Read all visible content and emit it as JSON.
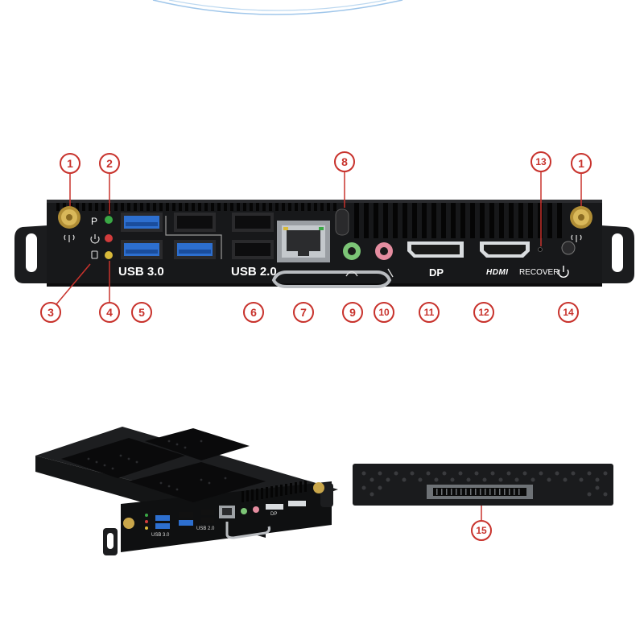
{
  "callouts": [
    "1",
    "2",
    "3",
    "4",
    "5",
    "6",
    "7",
    "8",
    "9",
    "10",
    "11",
    "12",
    "13",
    "1",
    "14",
    "15"
  ],
  "port_labels": {
    "usb30": "USB 3.0",
    "usb20": "USB 2.0",
    "dp": "DP",
    "hdmi": "HDMI",
    "recover": "RECOVER",
    "p": "P"
  },
  "iso_labels": {
    "usb30": "USB 3.0",
    "usb20": "USB 2.0",
    "dp": "DP"
  },
  "colors": {
    "callout": "#c8322c",
    "chassis": "#17181a",
    "usb3_blue": "#2d6fcf",
    "audio_green": "#7cc576",
    "audio_pink": "#e58da0",
    "antenna_gold": "#c9a64a",
    "led_green": "#3aa845",
    "led_red": "#d23c3c",
    "led_yellow": "#d8b93a"
  },
  "icons": [
    "antenna-icon",
    "power-icon",
    "hdd-icon",
    "network-icon",
    "headphone-icon",
    "microphone-icon",
    "power-button-icon"
  ]
}
